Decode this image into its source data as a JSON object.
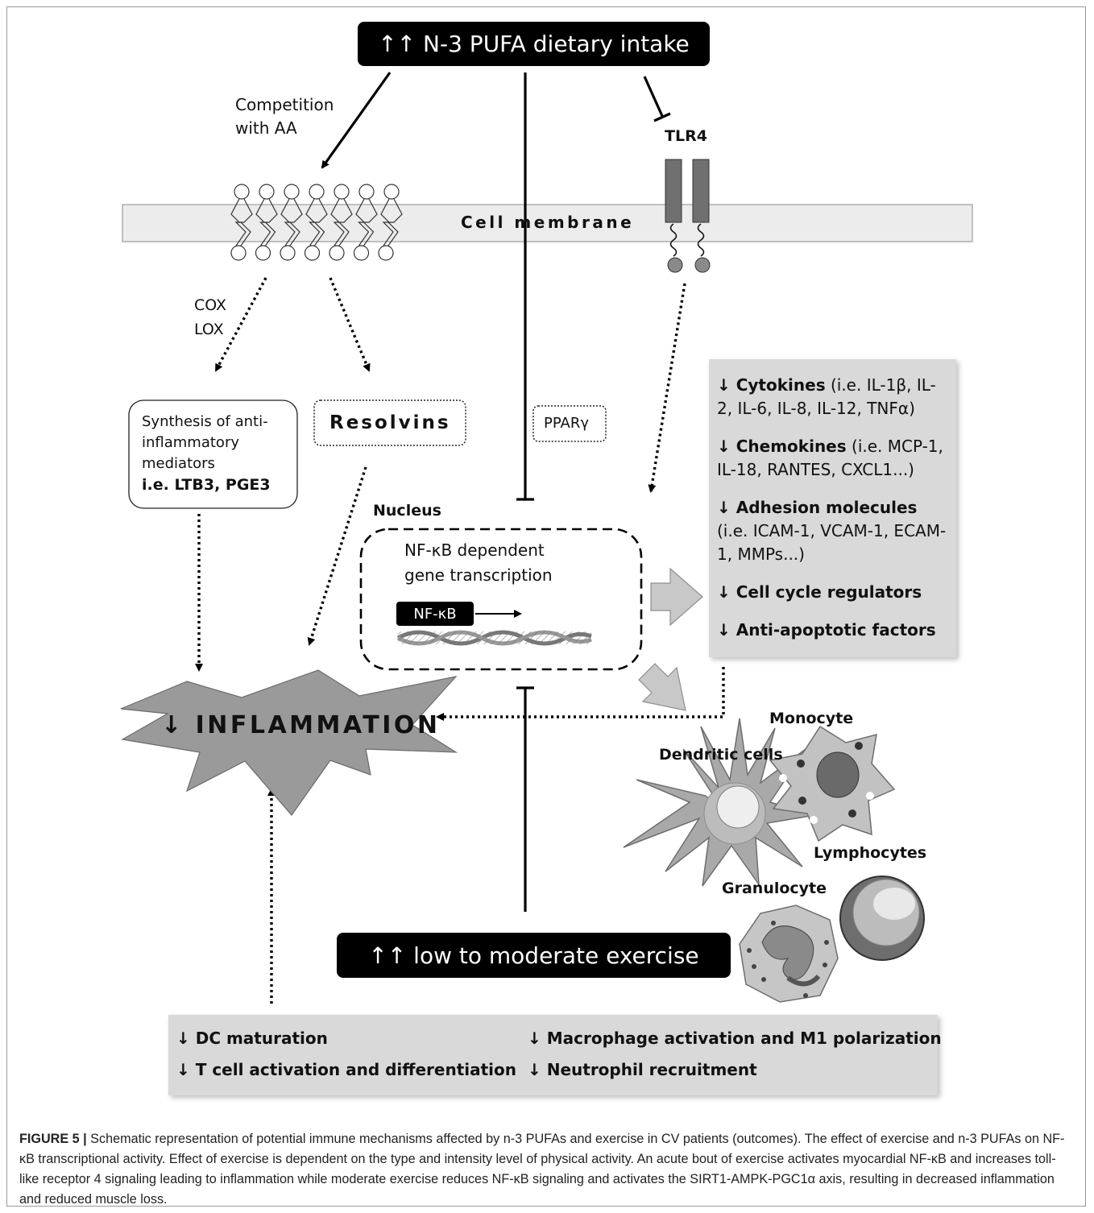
{
  "top_box": {
    "label": "↑↑ N-3 PUFA dietary intake"
  },
  "competition_label": [
    "Competition",
    "with AA"
  ],
  "tlr4_label": "TLR4",
  "membrane_label": "Cell membrane",
  "enzymes_label": [
    "COX",
    "LOX"
  ],
  "synthesis_box": {
    "lines": [
      "Synthesis of anti-",
      "inflammatory",
      "mediators"
    ],
    "bold_line": "i.e. LTB3, PGE3"
  },
  "resolvins_label": "Resolvins",
  "ppar_label": "PPARγ",
  "nucleus": {
    "label": "Nucleus",
    "text_lines": [
      "NF-κB dependent",
      "gene transcription"
    ],
    "nfkb_label": "NF-κB"
  },
  "inflammation_label": "↓ INFLAMMATION",
  "effects_box": {
    "items": [
      {
        "bold": "↓ Cytokines",
        "rest": " (i.e. IL-1β, IL-2, IL-6, IL-8, IL-12, TNFα)"
      },
      {
        "bold": "↓ Chemokines",
        "rest": " (i.e. MCP-1, IL-18, RANTES, CXCL1...)"
      },
      {
        "bold": "↓ Adhesion molecules",
        "rest": " (i.e. ICAM-1, VCAM-1, ECAM-1, MMPs...)"
      },
      {
        "bold": "↓ Cell cycle regulators",
        "rest": ""
      },
      {
        "bold": "↓ Anti-apoptotic factors",
        "rest": ""
      }
    ]
  },
  "cells": {
    "monocyte": "Monocyte",
    "dendritic": "Dendritic cells",
    "lymphocytes": "Lymphocytes",
    "granulocyte": "Granulocyte"
  },
  "exercise_box": {
    "label": "↑↑ low to moderate exercise"
  },
  "bottom_box": {
    "left": [
      "↓ DC maturation",
      "↓ T cell activation and differentiation"
    ],
    "right": [
      "↓ Macrophage activation and M1 polarization",
      "↓ Neutrophil recruitment"
    ]
  },
  "caption": {
    "label": "FIGURE 5 |",
    "text": " Schematic representation of potential immune mechanisms affected by n-3 PUFAs and exercise in CV patients (outcomes). The effect of exercise and n-3 PUFAs on NF-κB transcriptional activity. Effect of exercise is dependent on the type and intensity level of physical activity. An acute bout of exercise activates myocardial NF-κB and increases toll-like receptor 4 signaling leading to inflammation while moderate exercise reduces NF-κB signaling and activates the SIRT1-AMPK-PGC1α axis, resulting in decreased inflammation and reduced muscle loss."
  }
}
